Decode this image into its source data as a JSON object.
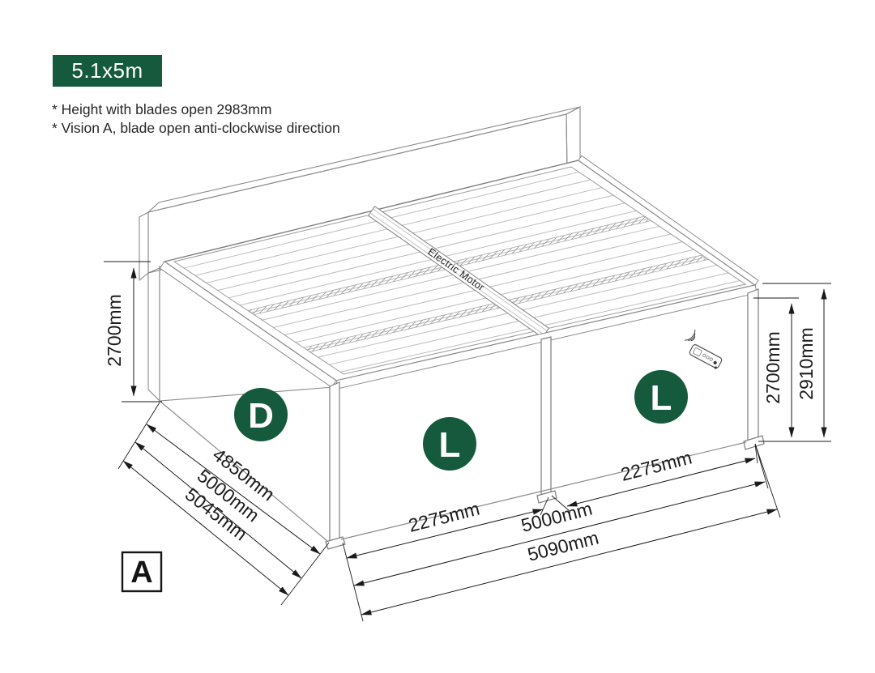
{
  "badge": {
    "label": "5.1x5m"
  },
  "notes": {
    "line1": "* Height with blades open 2983mm",
    "line2": "* Vision A, blade open anti-clockwise direction"
  },
  "drawing": {
    "motor_label": "Electric Motor",
    "view_label": "A",
    "panel_markers": [
      {
        "label": "D"
      },
      {
        "label": "L"
      },
      {
        "label": "L"
      }
    ],
    "dimensions": {
      "wall_height": "2700mm",
      "left_side": [
        "4850mm",
        "5000mm",
        "5045mm"
      ],
      "front": [
        "2275mm",
        "5000mm",
        "5090mm"
      ],
      "right_bay": "2275mm",
      "right_post_height": "2700mm",
      "right_total_height": "2910mm"
    },
    "colors": {
      "accent_green": "#155A3C",
      "dimension_line": "#1A1A1A",
      "structure_line": "#8A8A8A"
    }
  }
}
